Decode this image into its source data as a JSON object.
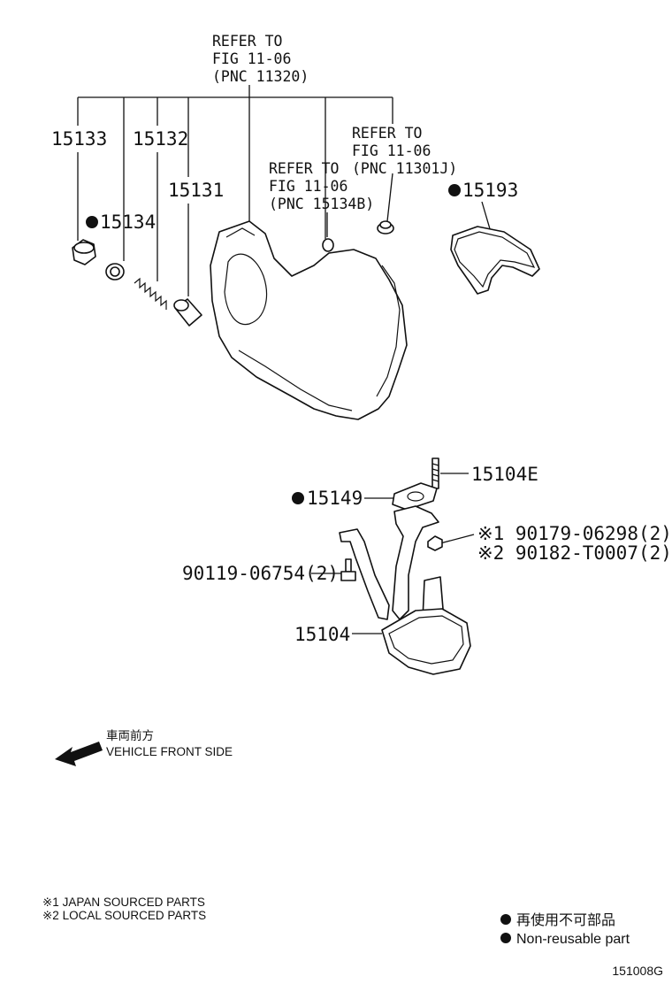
{
  "refer_labels": {
    "ref_11320": [
      "REFER TO",
      "FIG  11-06",
      "(PNC  11320)"
    ],
    "ref_11301J": [
      "REFER  TO",
      "FIG  11-06",
      "(PNC  11301J)"
    ],
    "ref_15134B": [
      "REFER  TO",
      "FIG  11-06",
      "(PNC  15134B)"
    ]
  },
  "part_numbers": {
    "p15133": "15133",
    "p15132": "15132",
    "p15131": "15131",
    "p15134": "15134",
    "p15193": "15193",
    "p15104E": "15104E",
    "p15149": "15149",
    "p90179": "※1 90179-06298(2)",
    "p90182": "※2 90182-T0007(2)",
    "p90119": "90119-06754(2)",
    "p15104": "15104"
  },
  "direction": {
    "jp": "車両前方",
    "en": "VEHICLE FRONT SIDE"
  },
  "footnotes": {
    "note1": "※1 JAPAN SOURCED PARTS",
    "note2": "※2 LOCAL SOURCED PARTS"
  },
  "legend": {
    "jp": "再使用不可部品",
    "en": "Non-reusable part"
  },
  "figure_code": "151008G"
}
